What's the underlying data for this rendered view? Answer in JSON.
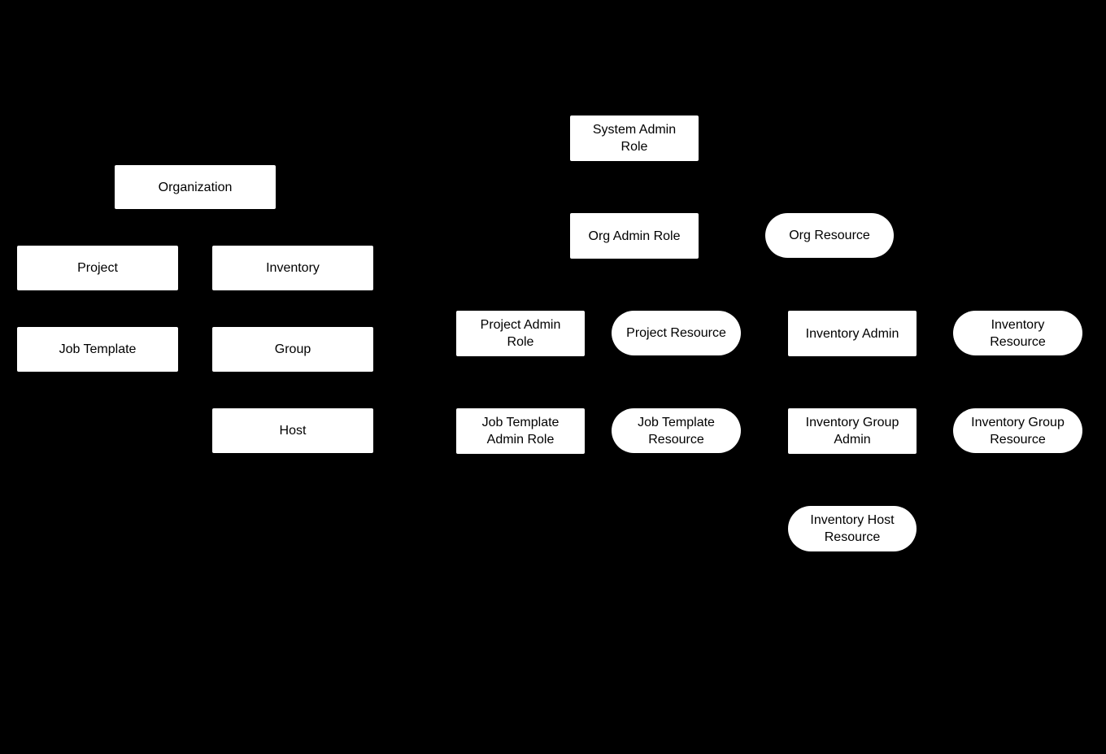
{
  "diagram": {
    "description": "Role-based access control hierarchy diagram with entity boxes and role/resource nodes on a black background",
    "colors": {
      "background": "#000000",
      "node_fill": "#ffffff",
      "node_text": "#000000"
    }
  },
  "nodes": {
    "organization": {
      "label": "Organization",
      "shape": "rect"
    },
    "project": {
      "label": "Project",
      "shape": "rect"
    },
    "inventory": {
      "label": "Inventory",
      "shape": "rect"
    },
    "job-template": {
      "label": "Job Template",
      "shape": "rect"
    },
    "group": {
      "label": "Group",
      "shape": "rect"
    },
    "host": {
      "label": "Host",
      "shape": "rect"
    },
    "system-admin-role": {
      "label": "System Admin\nRole",
      "shape": "rect"
    },
    "org-admin-role": {
      "label": "Org Admin Role",
      "shape": "rect"
    },
    "org-resource": {
      "label": "Org Resource",
      "shape": "pill"
    },
    "project-admin-role": {
      "label": "Project Admin\nRole",
      "shape": "rect"
    },
    "project-resource": {
      "label": "Project Resource",
      "shape": "pill"
    },
    "inventory-admin": {
      "label": "Inventory Admin",
      "shape": "rect"
    },
    "inventory-resource": {
      "label": "Inventory\nResource",
      "shape": "pill"
    },
    "job-template-admin-role": {
      "label": "Job Template\nAdmin Role",
      "shape": "rect"
    },
    "job-template-resource": {
      "label": "Job Template\nResource",
      "shape": "pill"
    },
    "inventory-group-admin": {
      "label": "Inventory Group\nAdmin",
      "shape": "rect"
    },
    "inventory-group-resource": {
      "label": "Inventory Group\nResource",
      "shape": "pill"
    },
    "inventory-host-resource": {
      "label": "Inventory Host\nResource",
      "shape": "pill"
    }
  }
}
